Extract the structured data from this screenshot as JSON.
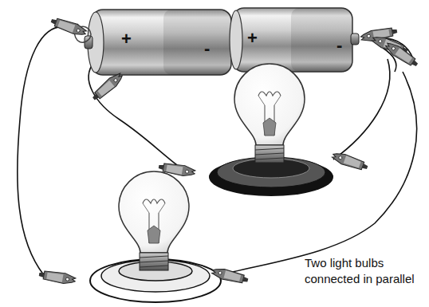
{
  "diagram": {
    "caption": "Two light bulbs connected in parallel",
    "labels": [
      "+",
      "-",
      "+",
      "-"
    ]
  }
}
